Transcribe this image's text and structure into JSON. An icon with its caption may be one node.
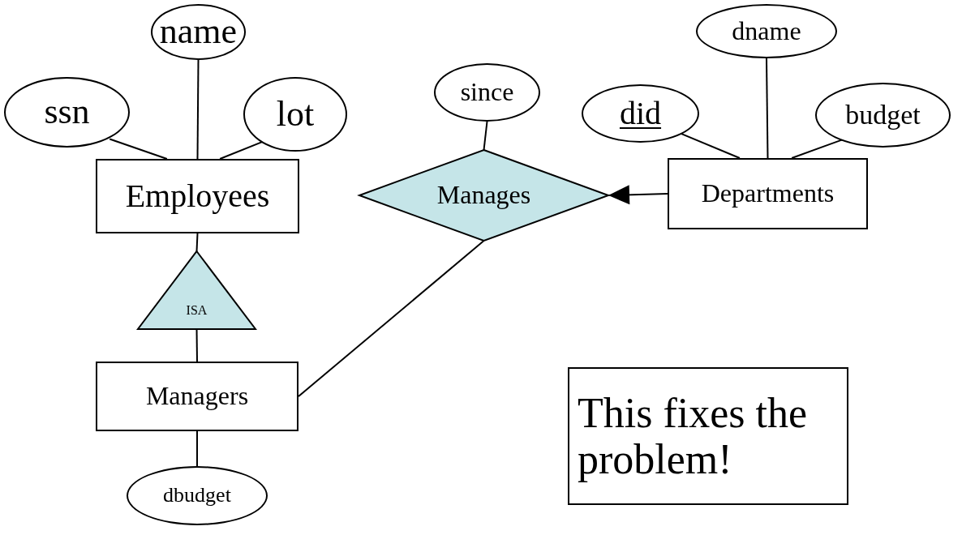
{
  "diagram": {
    "nodes": [
      {
        "text": [
          "name"
        ]
      },
      {
        "text": [
          "ssn"
        ]
      },
      {
        "text": [
          "lot"
        ]
      },
      {
        "text": [
          "Employees"
        ]
      },
      {
        "text": [
          "ISA"
        ]
      },
      {
        "text": [
          "Managers"
        ]
      },
      {
        "text": [
          "dbudget"
        ]
      },
      {
        "text": [
          "since"
        ]
      },
      {
        "text": [
          "Manages"
        ]
      },
      {
        "text": [
          "dname"
        ]
      },
      {
        "text": [
          "did"
        ]
      },
      {
        "text": [
          "budget"
        ]
      },
      {
        "text": [
          "Departments"
        ]
      },
      {
        "text": [
          "This fixes the problem!"
        ]
      }
    ],
    "edges": [
      {
        "from": 1,
        "to": 3,
        "arrow": "none"
      },
      {
        "from": 0,
        "to": 3,
        "arrow": "none"
      },
      {
        "from": 2,
        "to": 3,
        "arrow": "none"
      },
      {
        "from": 7,
        "to": 8,
        "arrow": "none"
      },
      {
        "from": 10,
        "to": 12,
        "arrow": "none"
      },
      {
        "from": 9,
        "to": 12,
        "arrow": "none"
      },
      {
        "from": 11,
        "to": 12,
        "arrow": "none"
      },
      {
        "from": 12,
        "to": 8,
        "arrow": "to"
      },
      {
        "from": 3,
        "to": 4,
        "arrow": "none"
      },
      {
        "from": 4,
        "to": 5,
        "arrow": "none"
      },
      {
        "from": 8,
        "to": 5,
        "arrow": "none"
      },
      {
        "from": 5,
        "to": 6,
        "arrow": "none"
      }
    ]
  }
}
